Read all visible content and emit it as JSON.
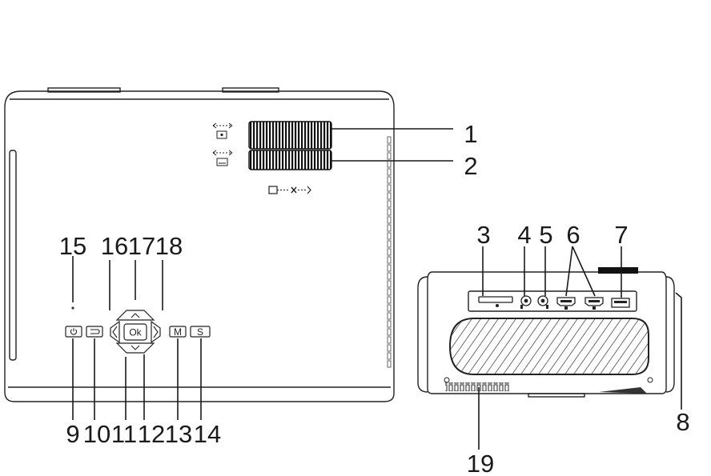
{
  "callouts": {
    "c1": "1",
    "c2": "2",
    "c3": "3",
    "c4": "4",
    "c5": "5",
    "c6": "6",
    "c7": "7",
    "c8": "8",
    "c9": "9",
    "c10": "10",
    "c11": "11",
    "c12": "12",
    "c13": "13",
    "c14": "14",
    "c15": "15",
    "c16": "16",
    "c17": "17",
    "c18": "18",
    "c19": "19"
  },
  "buttons": {
    "ok": "Ok",
    "menu": "M",
    "source": "S"
  },
  "icons": {
    "focus": "focus-icon",
    "keystone": "keystone-icon",
    "throw": "projection-distance-icon",
    "power": "power-icon",
    "back": "back-icon",
    "up": "up-arrow-icon",
    "down": "down-arrow-icon",
    "left": "left-arrow-icon",
    "right": "right-arrow-icon"
  },
  "colors": {
    "line": "#1a1a1a",
    "background": "#ffffff"
  }
}
